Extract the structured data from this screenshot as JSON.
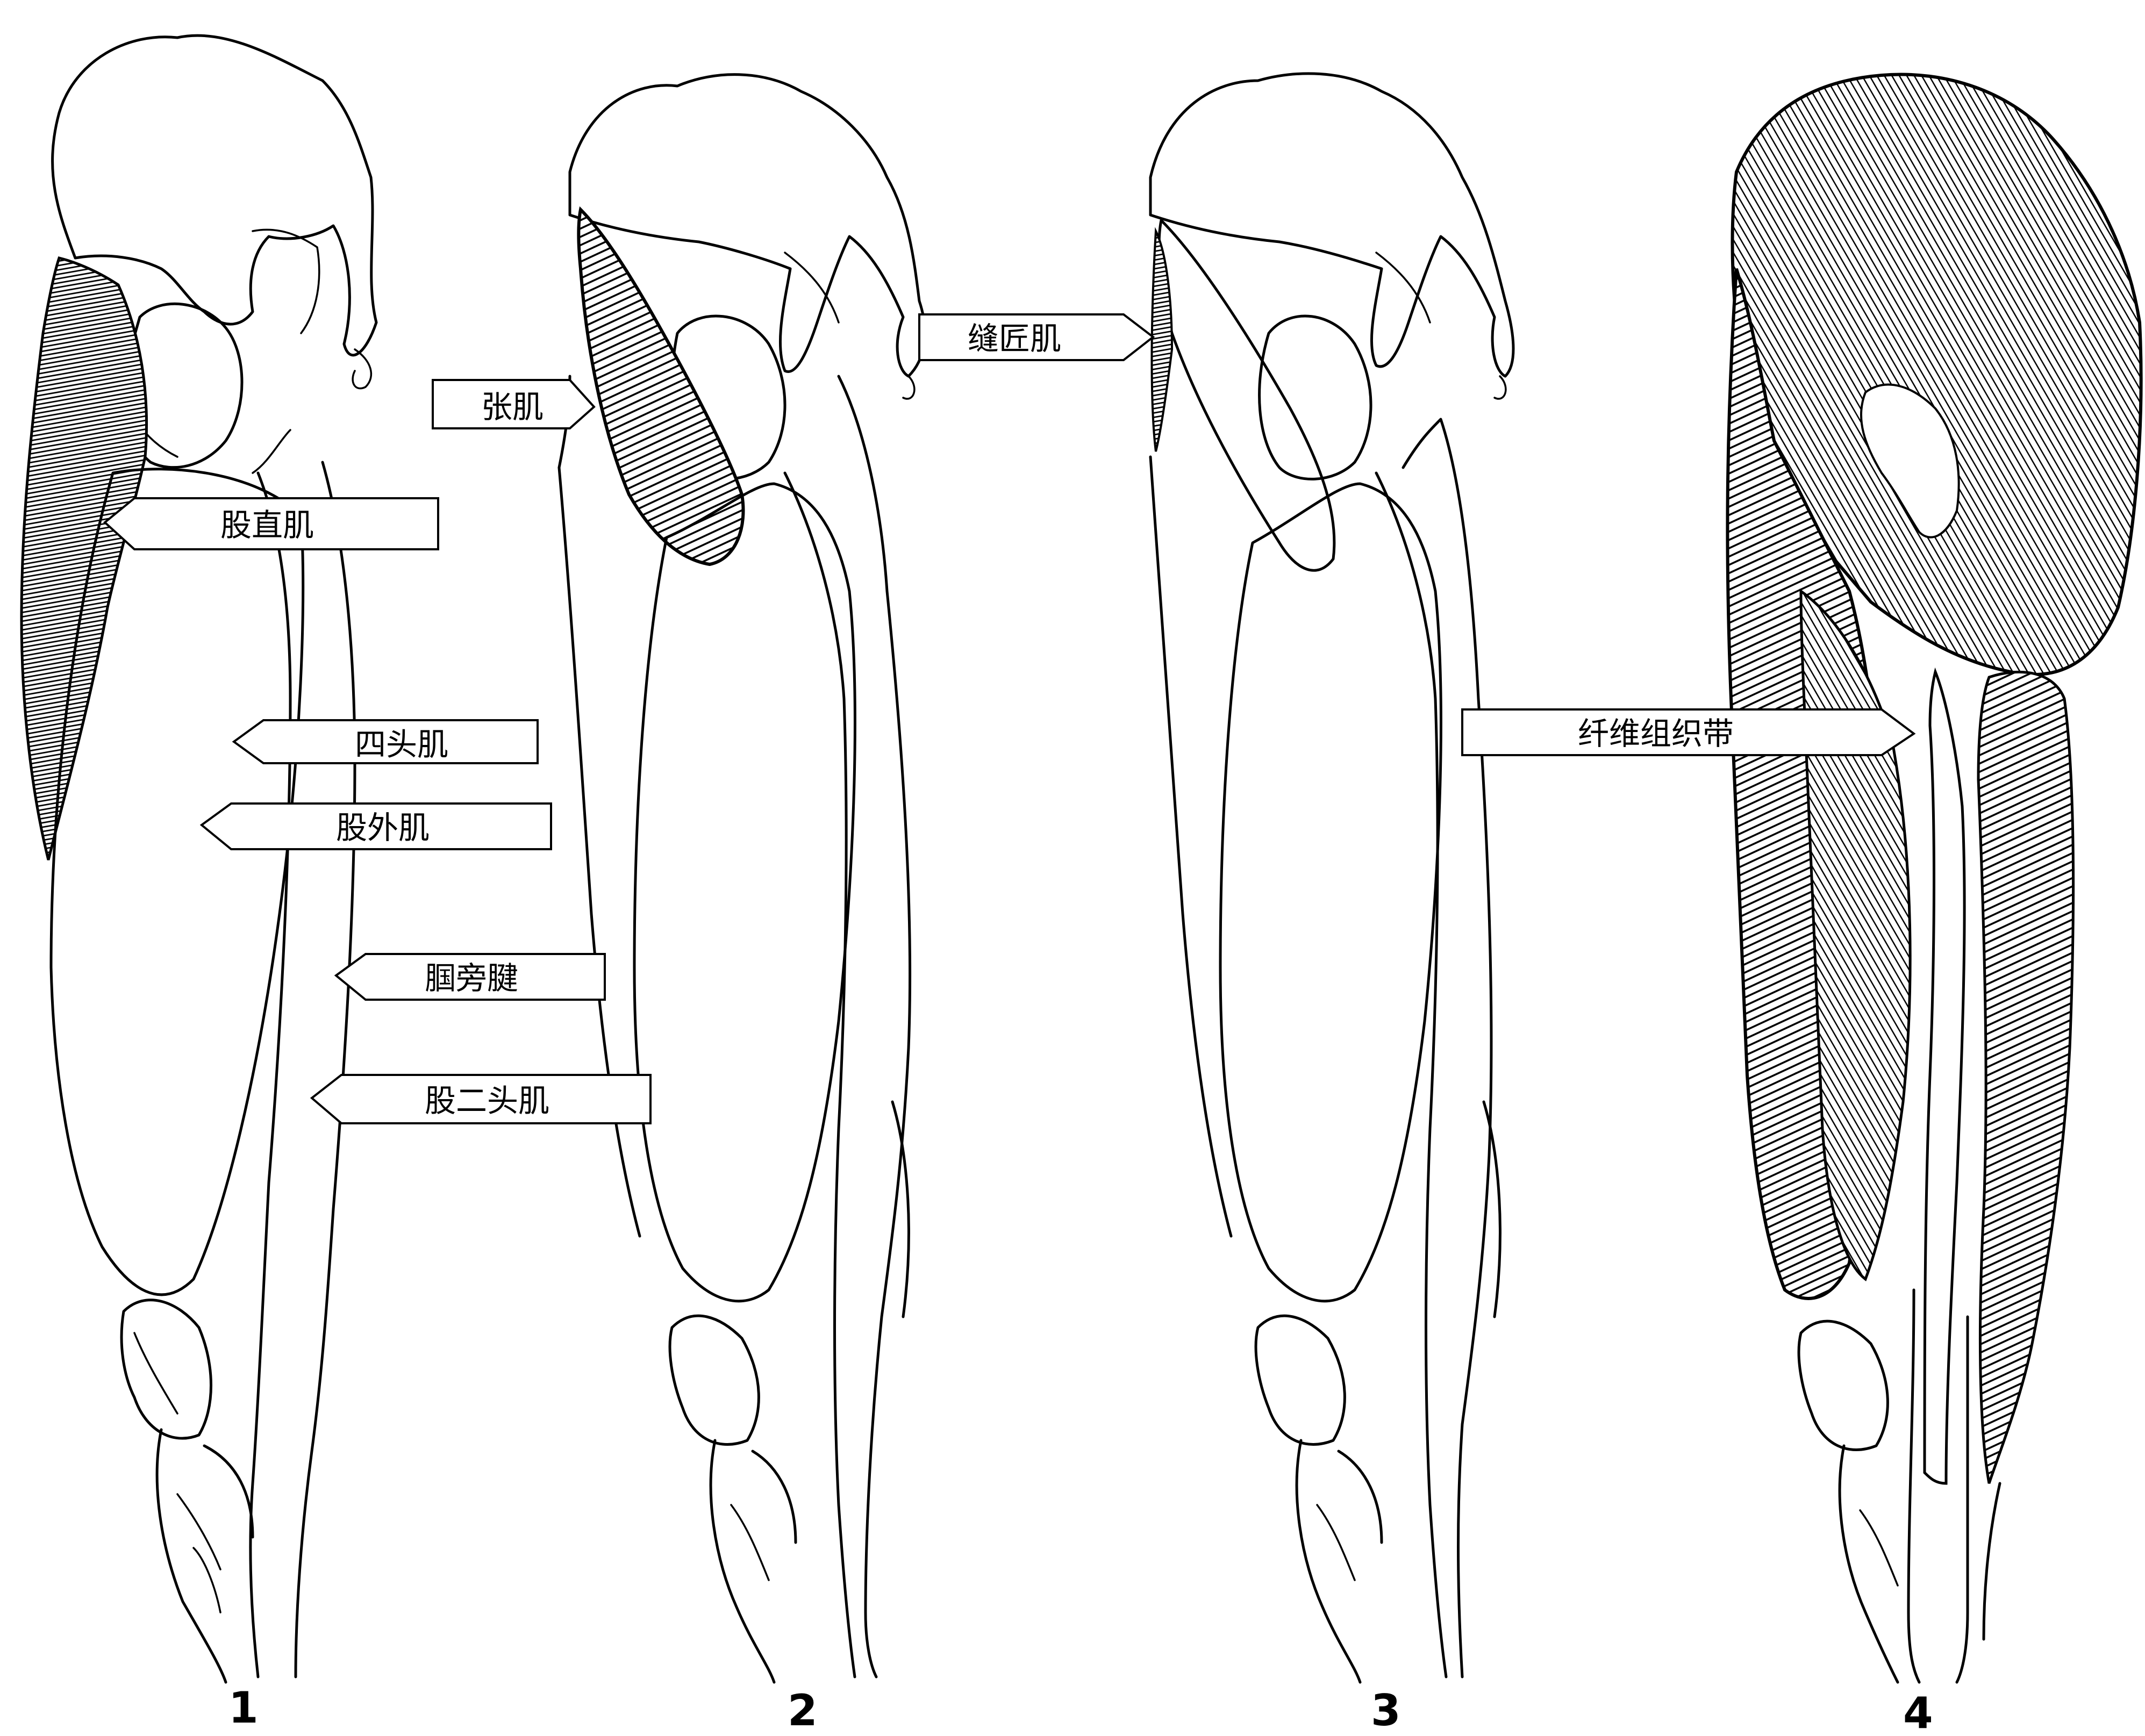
{
  "figures": [
    {
      "number": "1"
    },
    {
      "number": "2"
    },
    {
      "number": "3"
    },
    {
      "number": "4"
    }
  ],
  "labels": {
    "tensor": "张肌",
    "rectus_femoris": "股直肌",
    "quadriceps": "四头肌",
    "vastus_lateralis": "股外肌",
    "popliteal_tendon": "腘旁腱",
    "biceps_femoris": "股二头肌",
    "sartorius": "缝匠肌",
    "fibrous_band": "纤维组织带"
  },
  "colors": {
    "line": "#000000",
    "background": "#ffffff",
    "muscle_fill": "#1a1a1a"
  }
}
